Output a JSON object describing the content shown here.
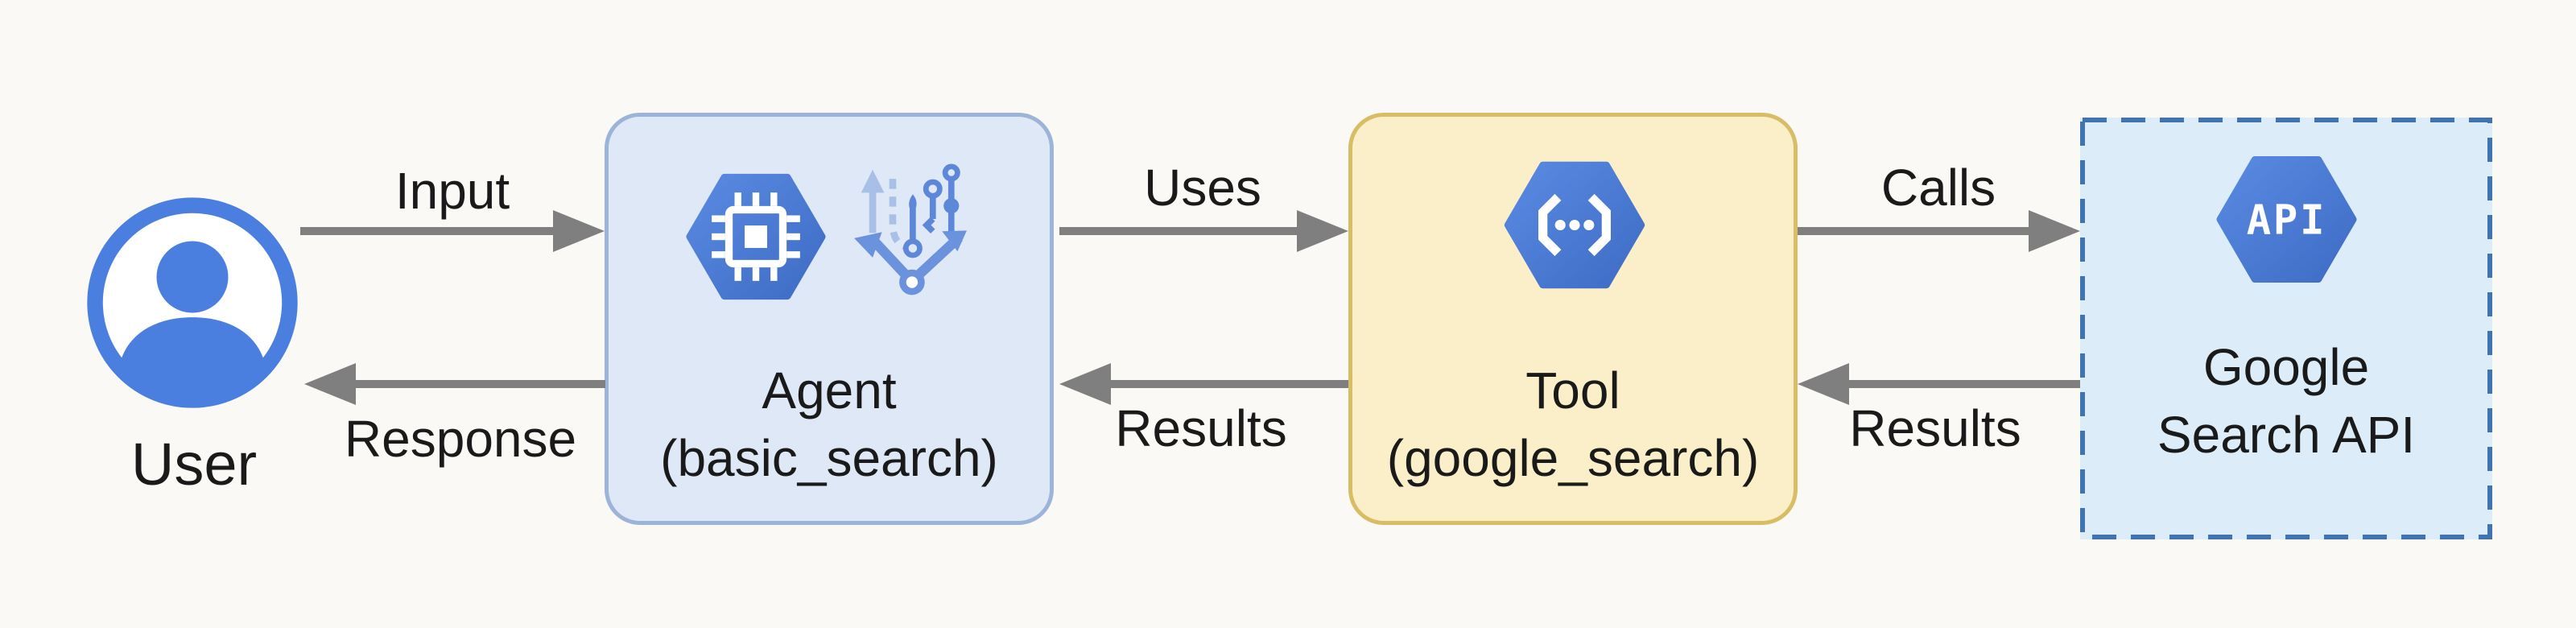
{
  "diagram": {
    "nodes": {
      "user": {
        "label": "User"
      },
      "agent": {
        "title": "Agent",
        "subtitle": "(basic_search)"
      },
      "tool": {
        "title": "Tool",
        "subtitle": "(google_search)"
      },
      "api": {
        "line1": "Google",
        "line2": "Search API",
        "badge": "API"
      }
    },
    "edges": {
      "input": {
        "from": "user",
        "to": "agent",
        "label": "Input",
        "direction": "right"
      },
      "response": {
        "from": "agent",
        "to": "user",
        "label": "Response",
        "direction": "left"
      },
      "uses": {
        "from": "agent",
        "to": "tool",
        "label": "Uses",
        "direction": "right"
      },
      "results_tool_agent": {
        "from": "tool",
        "to": "agent",
        "label": "Results",
        "direction": "left"
      },
      "calls": {
        "from": "tool",
        "to": "api",
        "label": "Calls",
        "direction": "right"
      },
      "results_api_tool": {
        "from": "api",
        "to": "tool",
        "label": "Results",
        "direction": "left"
      }
    },
    "icons": {
      "user": "user-account-circle-icon",
      "agent_left": "cpu-chip-hexagon-icon",
      "agent_right": "vertex-ai-branch-icon",
      "tool": "code-brackets-hexagon-icon",
      "api": "api-hexagon-icon"
    }
  },
  "colors": {
    "canvas_bg": "#faf9f6",
    "text": "#1a1a1a",
    "arrow": "#7f7f7f",
    "agent_fill": "#dfe8f6",
    "agent_border": "#9cb4d8",
    "tool_fill": "#faefc8",
    "tool_border": "#d9bd65",
    "api_fill": "#dcecf8",
    "api_border": "#3f74b0",
    "hex_blue_light": "#5a8ae2",
    "hex_blue_dark": "#3e6cc4",
    "user_blue": "#4a7fe0",
    "vertex_light": "#a8bfe8",
    "vertex_mid": "#5d87d8",
    "vertex_main": "#6b92dd"
  }
}
